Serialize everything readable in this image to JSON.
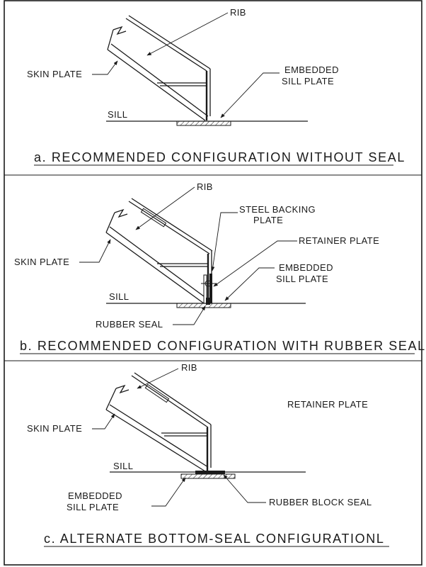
{
  "panel_a": {
    "rib_label": "RIB",
    "skin_plate_label": "SKIN PLATE",
    "embedded_sill_label_1": "EMBEDDED",
    "embedded_sill_label_2": "SILL PLATE",
    "sill_label": "SILL",
    "caption": "a. RECOMMENDED CONFIGURATION WITHOUT SEAL"
  },
  "panel_b": {
    "rib_label": "RIB",
    "steel_backing_label_1": "STEEL BACKING",
    "steel_backing_label_2": "PLATE",
    "retainer_plate_label": "RETAINER PLATE",
    "skin_plate_label": "SKIN PLATE",
    "embedded_sill_label_1": "EMBEDDED",
    "embedded_sill_label_2": "SILL PLATE",
    "sill_label": "SILL",
    "rubber_seal_label": "RUBBER SEAL",
    "caption": "b. RECOMMENDED CONFIGURATION WITH RUBBER SEAL"
  },
  "panel_c": {
    "rib_label": "RIB",
    "retainer_plate_label": "RETAINER PLATE",
    "skin_plate_label": "SKIN PLATE",
    "sill_label": "SILL",
    "embedded_sill_label_1": "EMBEDDED",
    "embedded_sill_label_2": "SILL PLATE",
    "rubber_block_seal_label": "RUBBER BLOCK SEAL",
    "caption": "c. ALTERNATE BOTTOM-SEAL CONFIGURATIONL"
  }
}
